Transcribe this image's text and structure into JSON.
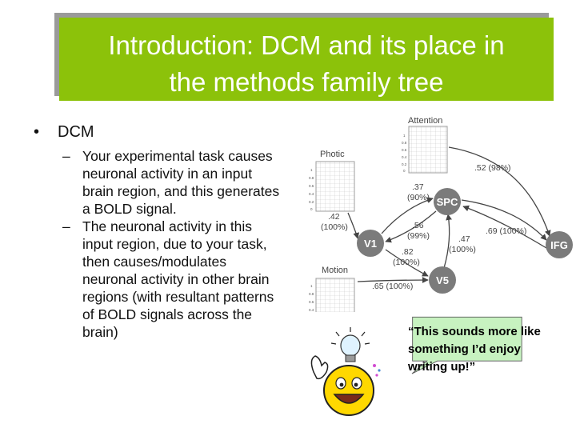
{
  "title": {
    "line1": "Introduction: DCM and its place in",
    "line2": "the methods family tree"
  },
  "bullets": {
    "main": {
      "marker": "•",
      "text": "DCM"
    },
    "subs": [
      {
        "marker": "–",
        "text": "Your experimental task causes neuronal activity in an input brain region, and this generates a BOLD signal."
      },
      {
        "marker": "–",
        "text": "The neuronal activity in this input region, due to your task, then causes/modulates neuronal activity in other brain regions (with resultant patterns of BOLD signals across the brain)"
      }
    ]
  },
  "diagram": {
    "panels": {
      "attention": "Attention",
      "photic": "Photic",
      "motion": "Motion"
    },
    "panel_ticks": [
      "1",
      "0.8",
      "0.6",
      "0.4",
      "0.2",
      "0"
    ],
    "nodes": {
      "spc": "SPC",
      "v1": "V1",
      "ifg": "IFG",
      "v5": "V5"
    },
    "labels": {
      "att_ifg": ".52 (98%)",
      "v1_spc_a": ".37",
      "v1_spc_b": "(90%)",
      "photic_v1_a": ".42",
      "photic_v1_b": "(100%)",
      "spc_v1_a": ".56",
      "spc_v1_b": "(99%)",
      "spc_ifg": ".69 (100%)",
      "ifg_spc_a": ".47",
      "ifg_spc_b": "(100%)",
      "v1_v5_a": ".82",
      "v1_v5_b": "(100%)",
      "motion_v5": ".65 (100%)"
    },
    "colors": {
      "node": "#7b7b7b",
      "arrow": "#444444",
      "panel_border": "#9c9c9c"
    }
  },
  "speech_bubble": {
    "text": "“This sounds more like something I’d enjoy writing up!”"
  },
  "clipart": {
    "icon": "smiley-with-lightbulb-icon"
  },
  "colors": {
    "title_bg": "#8cc20a",
    "title_shadow": "#9a9a9a",
    "title_text": "#ffffff",
    "bubble_fill": "#c7f2c0"
  }
}
